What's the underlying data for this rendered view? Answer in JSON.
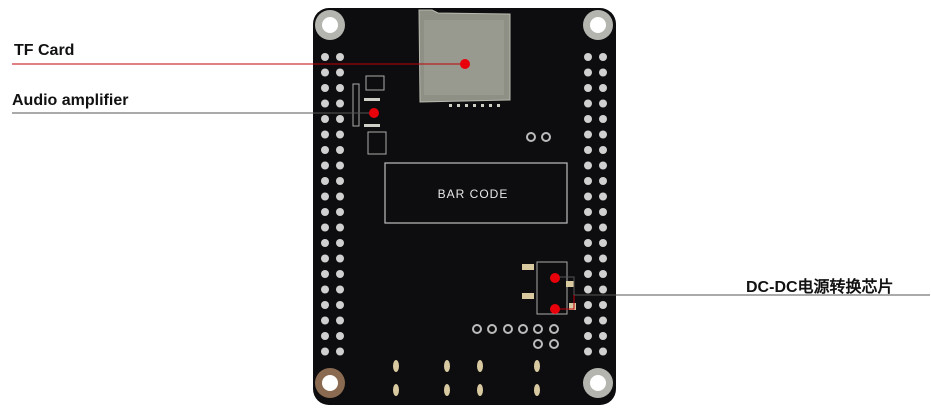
{
  "annotations": [
    {
      "id": "tf-card",
      "label": "TF Card"
    },
    {
      "id": "audio-amplifier",
      "label": "Audio amplifier"
    },
    {
      "id": "dc-dc",
      "label": "DC-DC电源转换芯片"
    }
  ],
  "board": {
    "silkscreen_label": "BAR CODE"
  },
  "colors": {
    "marker": "#e8000b",
    "board": "#0d0d0f",
    "leader": "#444444"
  }
}
